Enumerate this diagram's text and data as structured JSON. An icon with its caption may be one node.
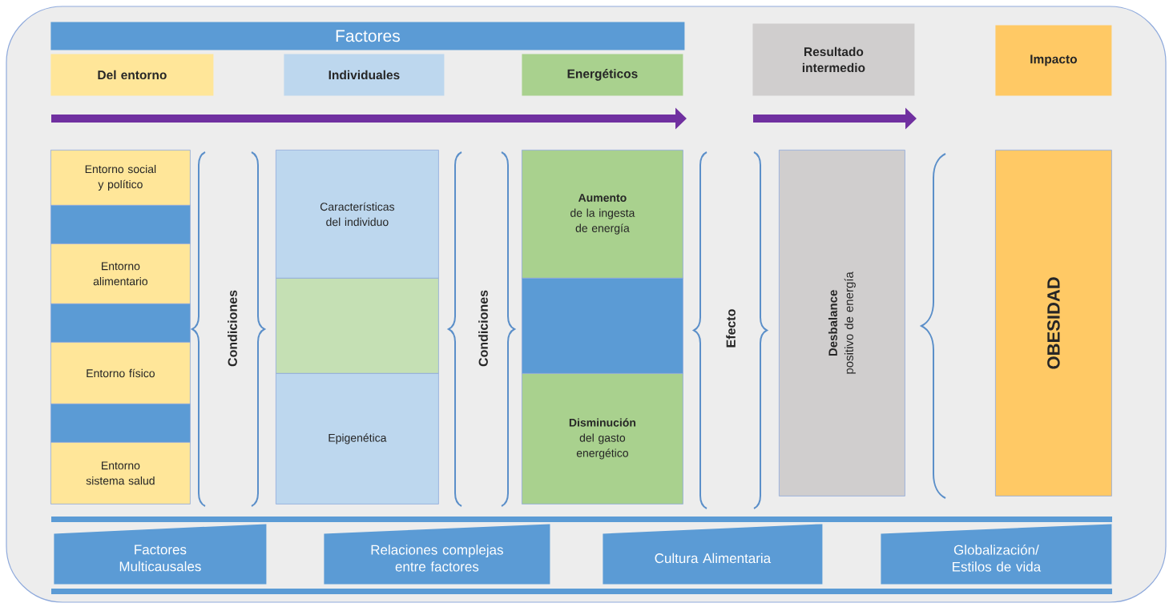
{
  "diagram": {
    "nodes": [
      {
        "text": [],
        "shape": "box"
      },
      {
        "text": [
          "Factores"
        ],
        "in": 0
      },
      {
        "text": [
          "Del entorno"
        ],
        "in": 0
      },
      {
        "text": [
          "Individuales"
        ],
        "in": 0
      },
      {
        "text": [
          "Energéticos"
        ],
        "in": 0
      },
      {
        "text": [
          "Resultado intermedio"
        ],
        "in": 0
      },
      {
        "text": [
          "Impacto"
        ],
        "in": 0
      },
      {
        "text": [
          "Entorno social y político"
        ],
        "in": 0
      },
      {
        "text": [],
        "shape": "box",
        "in": 0
      },
      {
        "text": [
          "Entorno alimentario"
        ],
        "in": 0
      },
      {
        "text": [],
        "shape": "box",
        "in": 0
      },
      {
        "text": [
          "Entorno físico"
        ],
        "in": 0
      },
      {
        "text": [],
        "shape": "box",
        "in": 0
      },
      {
        "text": [
          "Entorno sistema salud"
        ],
        "in": 0
      },
      {
        "text": [
          "Características del individuo"
        ],
        "in": 0
      },
      {
        "text": [],
        "shape": "box",
        "in": 0
      },
      {
        "text": [
          "Epigenética"
        ],
        "in": 0
      },
      {
        "text": [
          "Aumento",
          "de la ingesta de energía"
        ],
        "in": 0
      },
      {
        "text": [],
        "shape": "box",
        "in": 0
      },
      {
        "text": [
          "Disminución",
          "del gasto energético"
        ],
        "in": 0
      },
      {
        "text": [
          "Desbalance",
          "positivo de energía"
        ],
        "in": 0
      },
      {
        "text": [
          "OBESIDAD"
        ],
        "in": 0
      },
      {
        "text": [
          "Factores Multicausales"
        ],
        "in": 0
      },
      {
        "text": [
          "Relaciones complejas entre factores"
        ],
        "in": 0
      },
      {
        "text": [
          "Cultura Alimentaria"
        ],
        "in": 0
      },
      {
        "text": [
          "Globalización/ Estilos de vida"
        ],
        "in": 0
      }
    ],
    "edges": [],
    "labels": [
      "Condiciones",
      "Condiciones",
      "Efecto"
    ]
  }
}
